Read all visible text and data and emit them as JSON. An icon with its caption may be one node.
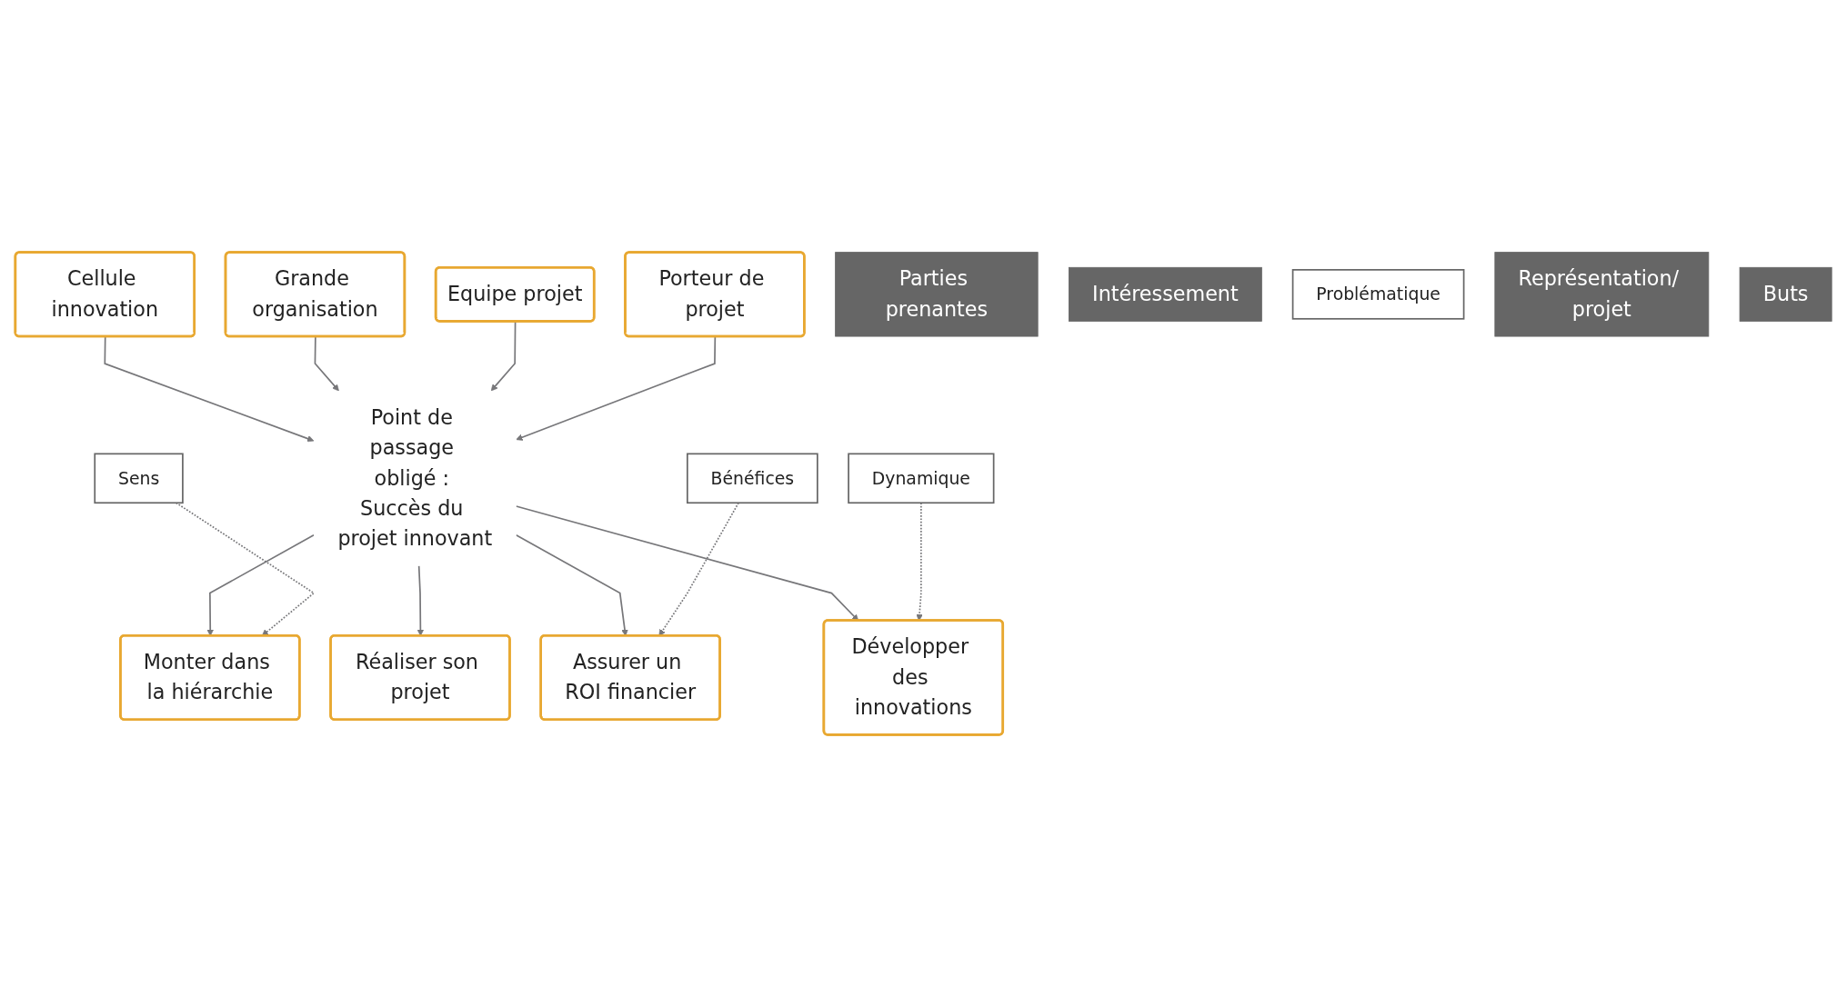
{
  "diagram": {
    "nodes": [
      {
        "text": [
          "Porteur de projet"
        ]
      },
      {
        "text": [
          "Equipe projet"
        ]
      },
      {
        "text": [
          "Grande organisation"
        ]
      },
      {
        "text": [
          "Cellule innovation"
        ]
      },
      {
        "text": [
          "Parties prenantes"
        ]
      },
      {
        "text": [
          "Intéressement"
        ]
      },
      {
        "text": [
          "Sens"
        ]
      },
      {
        "text": [
          "Bénéfices"
        ]
      },
      {
        "text": [
          "Dynamique"
        ]
      },
      {
        "text": [
          "Problématique"
        ]
      },
      {
        "text": [
          "Point de passage obligé : Succès du projet innovant"
        ]
      },
      {
        "text": [
          "Représentation/ projet"
        ]
      },
      {
        "text": [
          "Réaliser son projet"
        ]
      },
      {
        "text": [
          "Monter dans la hiérarchie"
        ]
      },
      {
        "text": [
          "Assurer un ROI financier"
        ]
      },
      {
        "text": [
          "Développer des innovations"
        ]
      },
      {
        "text": [
          "Buts"
        ]
      }
    ],
    "edges": [
      {
        "from": 0,
        "to": 10,
        "arrow": "to"
      },
      {
        "from": 1,
        "to": 10,
        "arrow": "to"
      },
      {
        "from": 2,
        "to": 10,
        "arrow": "to"
      },
      {
        "from": 3,
        "to": 10,
        "arrow": "to"
      },
      {
        "from": 10,
        "to": 12,
        "arrow": "to"
      },
      {
        "from": 6,
        "to": 13,
        "arrow": "to",
        "style": "dashed"
      },
      {
        "from": 7,
        "to": 14,
        "arrow": "to",
        "style": "dashed"
      },
      {
        "from": 8,
        "to": 15,
        "arrow": "to",
        "style": "dashed"
      },
      {
        "from": 10,
        "to": 13,
        "arrow": "to"
      },
      {
        "from": 10,
        "to": 14,
        "arrow": "to"
      },
      {
        "from": 10,
        "to": 15,
        "arrow": "to"
      }
    ]
  }
}
